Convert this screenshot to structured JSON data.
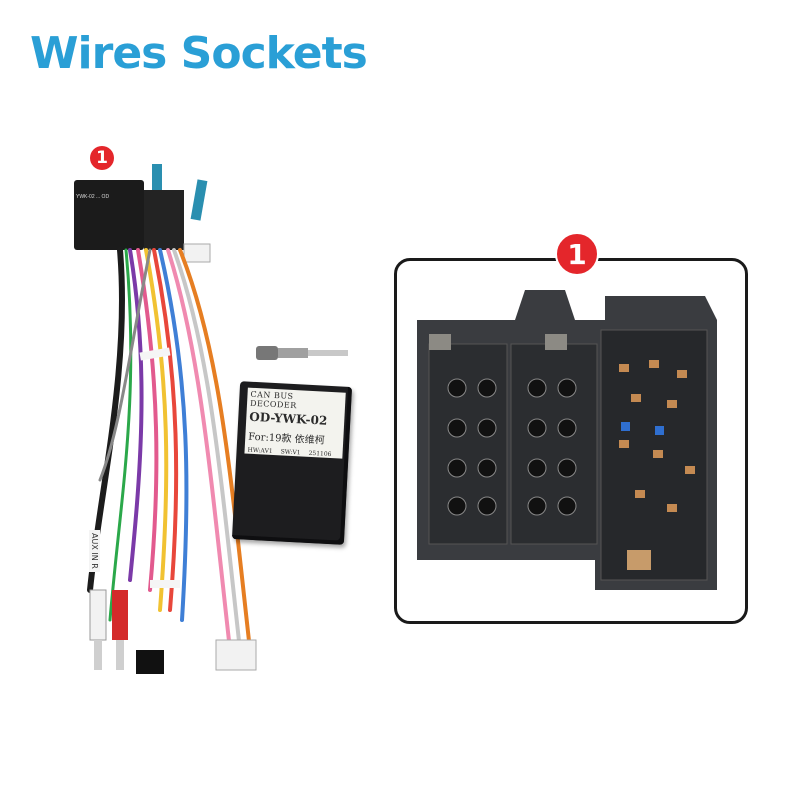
{
  "title": "Wires Sockets",
  "badge_left": "1",
  "badge_right": "1",
  "decoder_label": {
    "line1": "CAN BUS DECODER",
    "line2": "OD-YWK-02",
    "line3": "For:19款 依维柯",
    "hw": "HW:AV1",
    "sw": "SW:V1",
    "code": "251106"
  },
  "aux_label": "AUX IN R",
  "module_text": "YWK-02 ... OD",
  "colors": {
    "title": "#2a9fd6",
    "badge": "#e4262b"
  }
}
